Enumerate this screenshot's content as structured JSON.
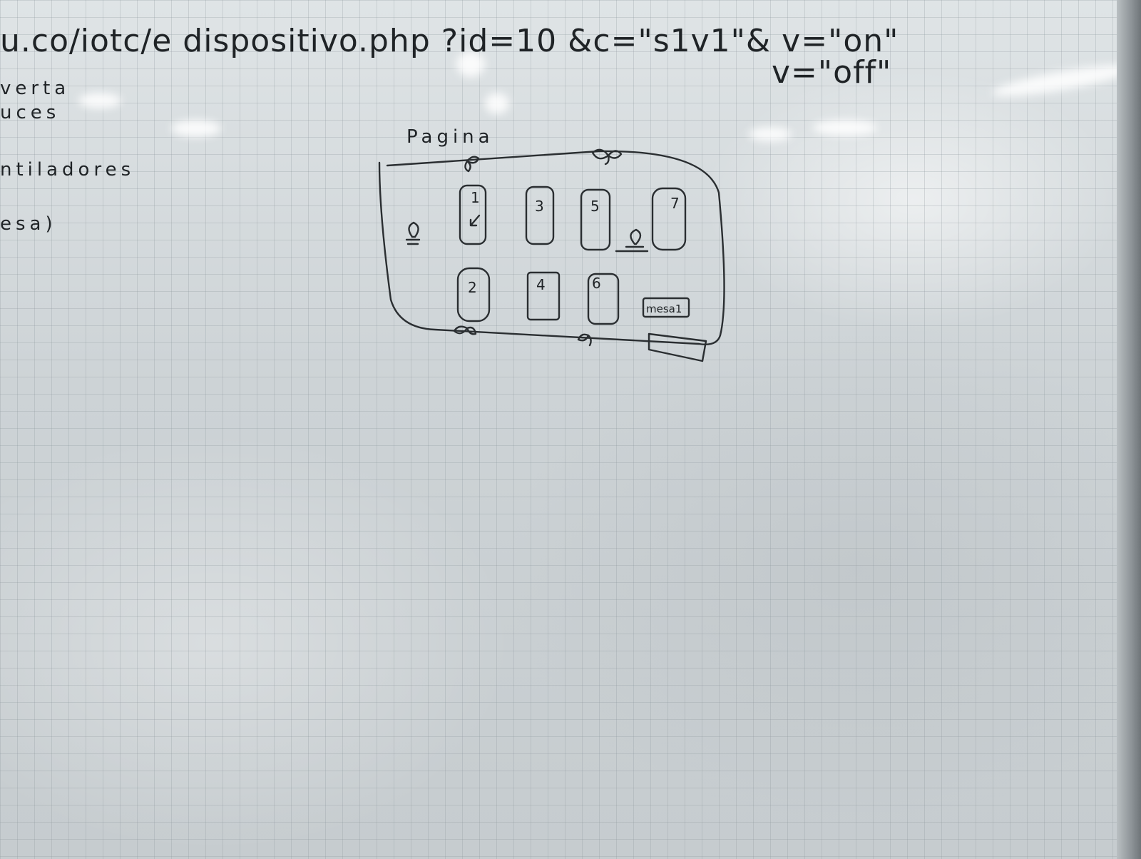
{
  "whiteboard": {
    "url_line": "u.co/iotc/e dispositivo.php ?id=10 &c=\"s1v1\"& v=\"on\"",
    "value_off": "v=\"off\"",
    "left_notes": [
      "verta",
      "uces",
      "ntiladores",
      "esa)"
    ],
    "diagram_title": "Pagina",
    "desk_numbers": [
      "1",
      "2",
      "3",
      "4",
      "5",
      "6",
      "7"
    ],
    "teacher_desk_label": "mesa1"
  }
}
